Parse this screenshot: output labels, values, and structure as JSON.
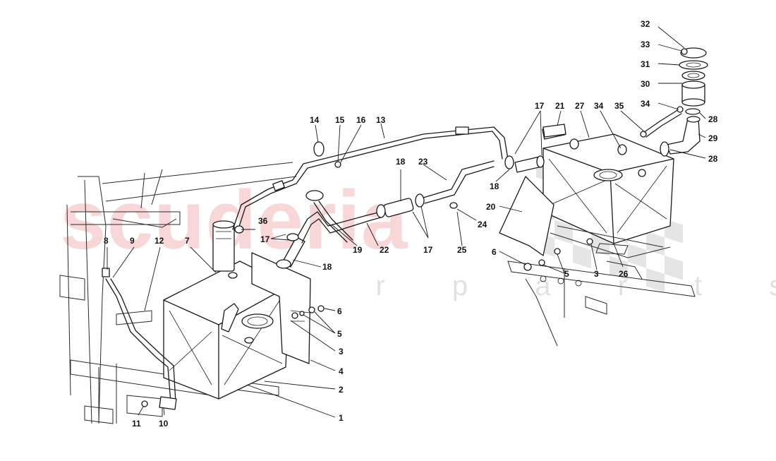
{
  "watermark": {
    "brand": "scuderia",
    "sub": "c a r p a r t s",
    "brand_color": "#f2b8b8",
    "sub_color": "#c9c9c9",
    "checker_icon": "checkered-flag"
  },
  "callouts": [
    {
      "id": "c-1",
      "label": "1"
    },
    {
      "id": "c-2",
      "label": "2"
    },
    {
      "id": "c-3a",
      "label": "3"
    },
    {
      "id": "c-3b",
      "label": "3"
    },
    {
      "id": "c-4",
      "label": "4"
    },
    {
      "id": "c-5a",
      "label": "5"
    },
    {
      "id": "c-5b",
      "label": "5"
    },
    {
      "id": "c-6a",
      "label": "6"
    },
    {
      "id": "c-6b",
      "label": "6"
    },
    {
      "id": "c-7",
      "label": "7"
    },
    {
      "id": "c-8",
      "label": "8"
    },
    {
      "id": "c-9",
      "label": "9"
    },
    {
      "id": "c-10",
      "label": "10"
    },
    {
      "id": "c-11",
      "label": "11"
    },
    {
      "id": "c-12",
      "label": "12"
    },
    {
      "id": "c-13",
      "label": "13"
    },
    {
      "id": "c-14",
      "label": "14"
    },
    {
      "id": "c-15",
      "label": "15"
    },
    {
      "id": "c-16",
      "label": "16"
    },
    {
      "id": "c-17a",
      "label": "17"
    },
    {
      "id": "c-17b",
      "label": "17"
    },
    {
      "id": "c-17c",
      "label": "17"
    },
    {
      "id": "c-18a",
      "label": "18"
    },
    {
      "id": "c-18b",
      "label": "18"
    },
    {
      "id": "c-18c",
      "label": "18"
    },
    {
      "id": "c-19",
      "label": "19"
    },
    {
      "id": "c-20",
      "label": "20"
    },
    {
      "id": "c-21",
      "label": "21"
    },
    {
      "id": "c-22",
      "label": "22"
    },
    {
      "id": "c-23",
      "label": "23"
    },
    {
      "id": "c-24",
      "label": "24"
    },
    {
      "id": "c-25",
      "label": "25"
    },
    {
      "id": "c-26",
      "label": "26"
    },
    {
      "id": "c-27",
      "label": "27"
    },
    {
      "id": "c-28a",
      "label": "28"
    },
    {
      "id": "c-28b",
      "label": "28"
    },
    {
      "id": "c-29",
      "label": "29"
    },
    {
      "id": "c-30",
      "label": "30"
    },
    {
      "id": "c-31",
      "label": "31"
    },
    {
      "id": "c-32",
      "label": "32"
    },
    {
      "id": "c-33",
      "label": "33"
    },
    {
      "id": "c-34a",
      "label": "34"
    },
    {
      "id": "c-34b",
      "label": "34"
    },
    {
      "id": "c-35",
      "label": "35"
    },
    {
      "id": "c-36",
      "label": "36"
    }
  ]
}
